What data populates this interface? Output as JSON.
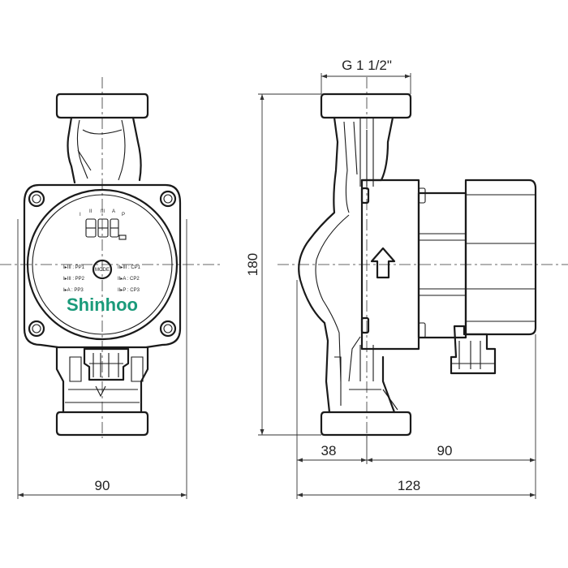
{
  "dimensions": {
    "thread": "G 1 1/2\"",
    "front_width": "90",
    "height": "180",
    "inlet_offset": "38",
    "motor_depth": "90",
    "total_depth": "128"
  },
  "front_view": {
    "brand": "Shinhoo",
    "mode_button": "MODE",
    "mode_letters": [
      "I",
      "II",
      "III",
      "A",
      "P"
    ],
    "settings_left": [
      "I▸III : PP1",
      "I▸III : PP2",
      "I▸A : PP3"
    ],
    "settings_right": [
      "II▸III : CP1",
      "II▸A : CP2",
      "II▸P : CP3"
    ]
  },
  "colors": {
    "line": "#1a1a1a",
    "brand": "#1a9a7a"
  }
}
